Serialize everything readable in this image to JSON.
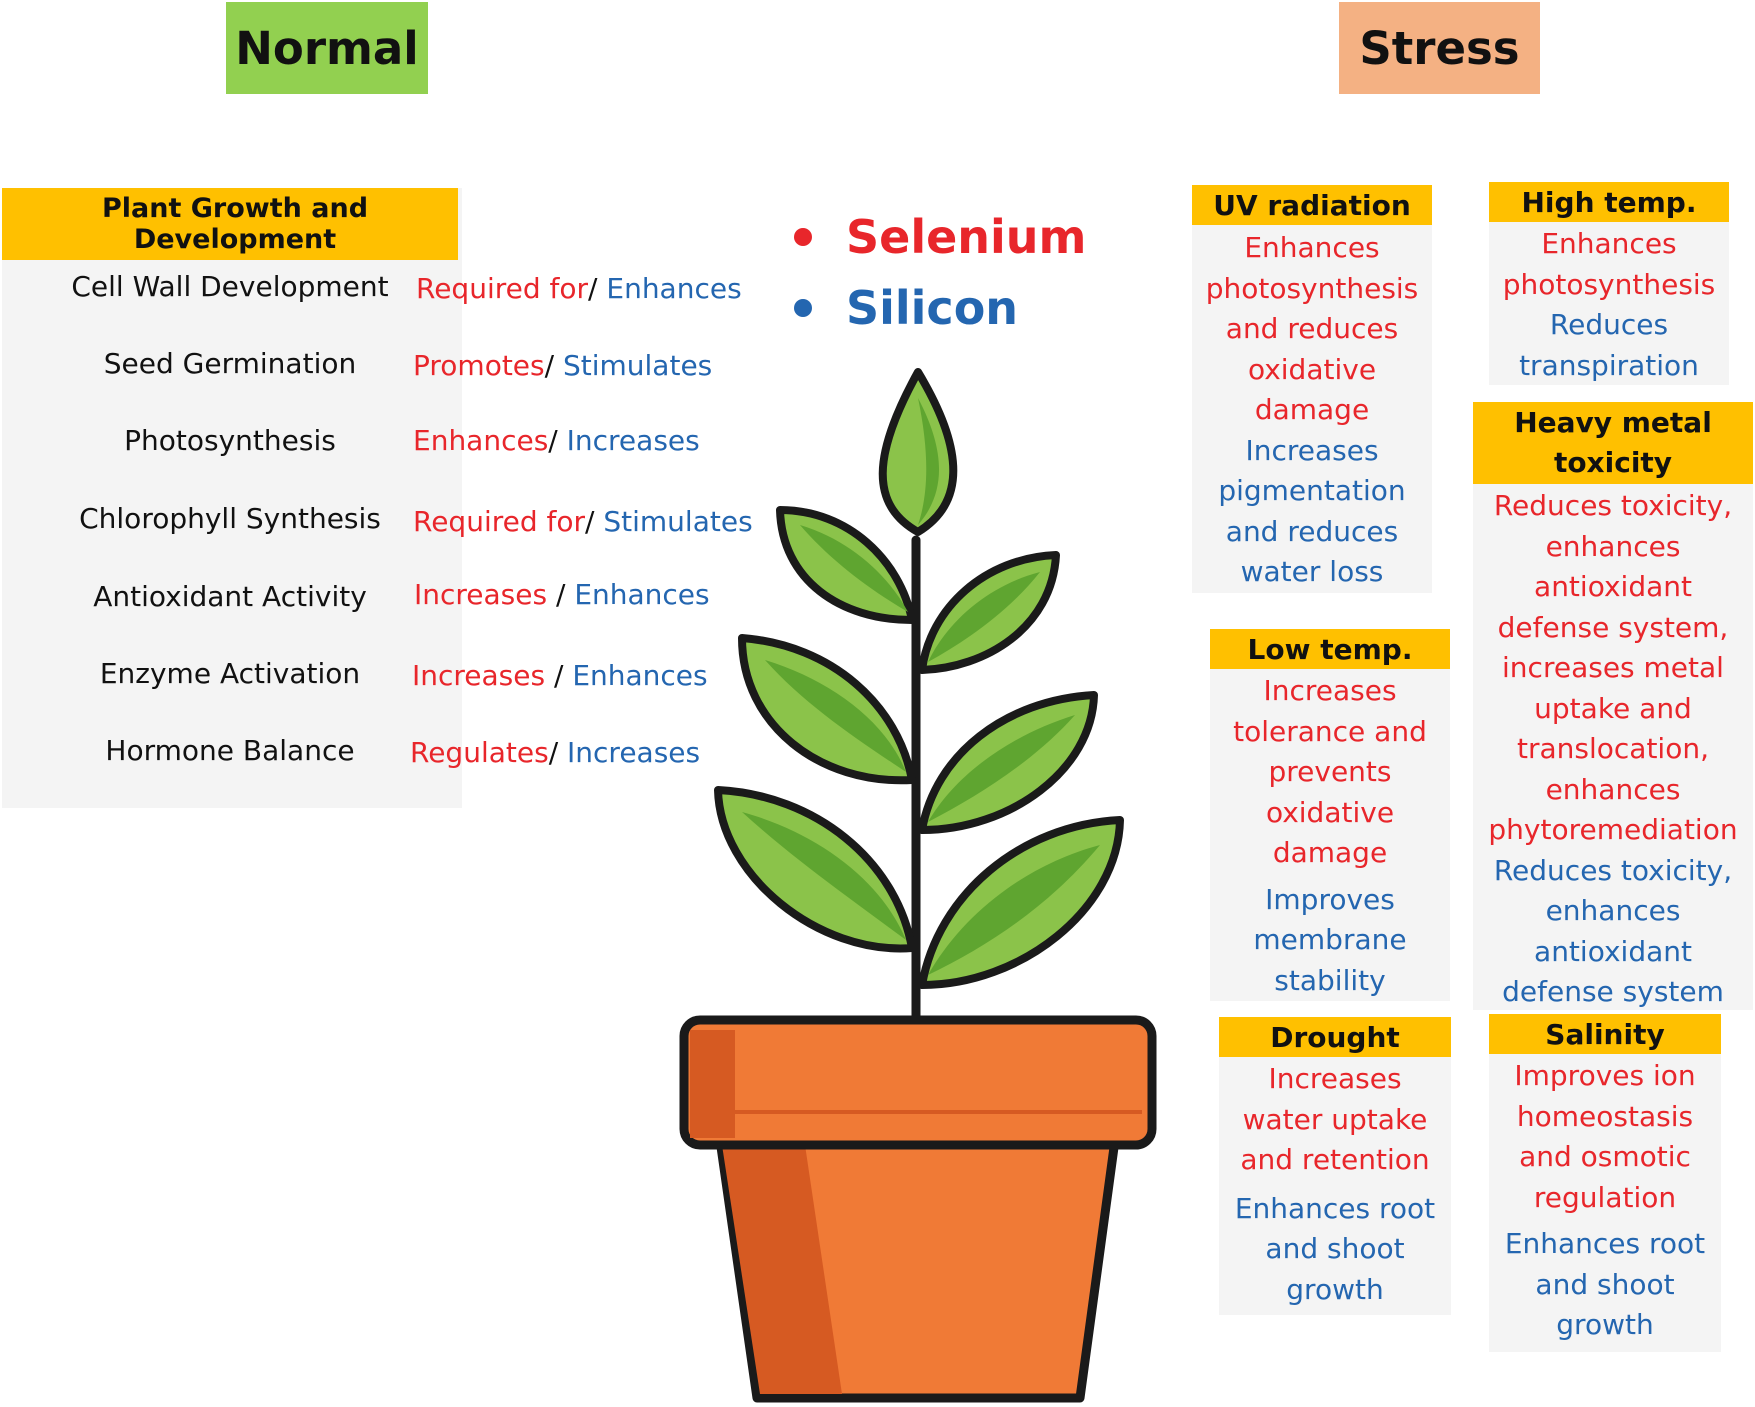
{
  "header": {
    "normal": "Normal",
    "stress": "Stress"
  },
  "colors": {
    "normal_tag": "#92d050",
    "stress_tag": "#f4b183",
    "header_fill": "#ffc000",
    "selenium": "#e8262b",
    "silicon": "#2466b0",
    "pot": "#f07a36",
    "leaf": "#8bc34a"
  },
  "legend": {
    "selenium": "Selenium",
    "silicon": "Silicon"
  },
  "growth": {
    "title": "Plant Growth and Development",
    "rows": [
      {
        "label": "Cell Wall Development",
        "se": "Required for",
        "sep": "/ ",
        "si": "Enhances"
      },
      {
        "label": "Seed Germination",
        "se": "Promotes",
        "sep": "/ ",
        "si": "Stimulates"
      },
      {
        "label": "Photosynthesis",
        "se": "Enhances",
        "sep": "/ ",
        "si": "Increases"
      },
      {
        "label": "Chlorophyll Synthesis",
        "se": "Required for",
        "sep": "/ ",
        "si": "Stimulates"
      },
      {
        "label": "Antioxidant Activity",
        "se": "Increases",
        "sep": " / ",
        "si": "Enhances"
      },
      {
        "label": "Enzyme Activation",
        "se": "Increases",
        "sep": " / ",
        "si": "Enhances"
      },
      {
        "label": "Hormone Balance",
        "se": "Regulates",
        "sep": "/ ",
        "si": "Increases"
      }
    ]
  },
  "stress_boxes": {
    "uv": {
      "title": "UV radiation",
      "se": [
        "Enhances",
        "photosynthesis",
        "and reduces",
        "oxidative",
        "damage"
      ],
      "si": [
        "Increases",
        "pigmentation",
        "and reduces",
        "water loss"
      ]
    },
    "high_temp": {
      "title": "High temp.",
      "se": [
        "Enhances",
        "photosynthesis"
      ],
      "si": [
        "Reduces",
        "transpiration"
      ]
    },
    "heavy_metal": {
      "title_line1": "Heavy metal",
      "title_line2": "toxicity",
      "se": [
        "Reduces toxicity,",
        "enhances",
        "antioxidant",
        "defense system,",
        "increases metal",
        "uptake and",
        "translocation,",
        "enhances",
        "phytoremediation"
      ],
      "si": [
        "Reduces toxicity,",
        "enhances",
        "antioxidant",
        "defense system"
      ]
    },
    "low_temp": {
      "title": "Low temp.",
      "se": [
        "Increases",
        "tolerance and",
        "prevents",
        "oxidative",
        "damage"
      ],
      "si": [
        "Improves",
        "membrane",
        "stability"
      ]
    },
    "drought": {
      "title": "Drought",
      "se": [
        "Increases",
        "water uptake",
        "and retention"
      ],
      "si": [
        "Enhances root",
        "and shoot",
        "growth"
      ]
    },
    "salinity": {
      "title": "Salinity",
      "se": [
        "Improves ion",
        "homeostasis",
        "and osmotic",
        "regulation"
      ],
      "si": [
        "Enhances root",
        "and shoot",
        "growth"
      ]
    }
  }
}
